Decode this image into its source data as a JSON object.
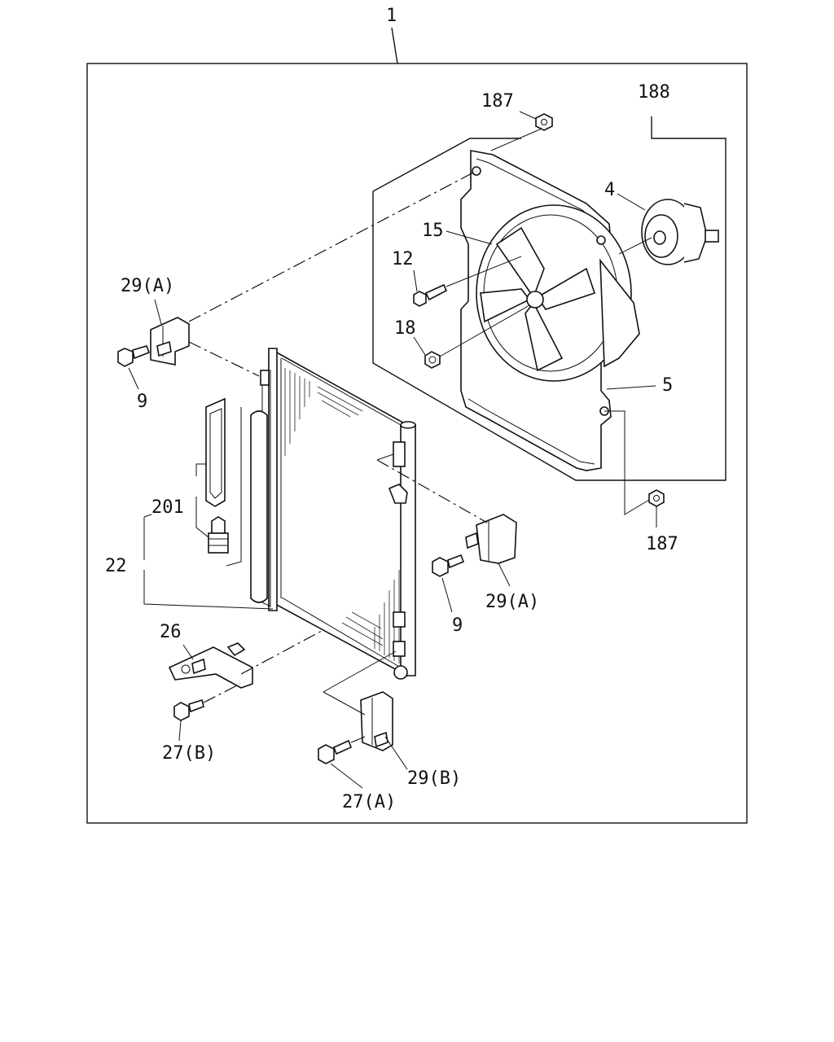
{
  "labels": {
    "assembly": "1",
    "nut_top": "187",
    "shroud": "188",
    "motor": "4",
    "fan": "15",
    "screw": "12",
    "nut_fan": "18",
    "seal": "5",
    "nut_bottom": "187",
    "bracket_left": "29(A)",
    "bolt_left": "9",
    "bracket_right": "29(A)",
    "bolt_right": "9",
    "desiccant": "201",
    "condenser": "22",
    "lower_bracket": "26",
    "bolt_b": "27(B)",
    "bracket_b": "29(B)",
    "bolt_a": "27(A)"
  },
  "line_color": "#111111",
  "background": "#ffffff"
}
